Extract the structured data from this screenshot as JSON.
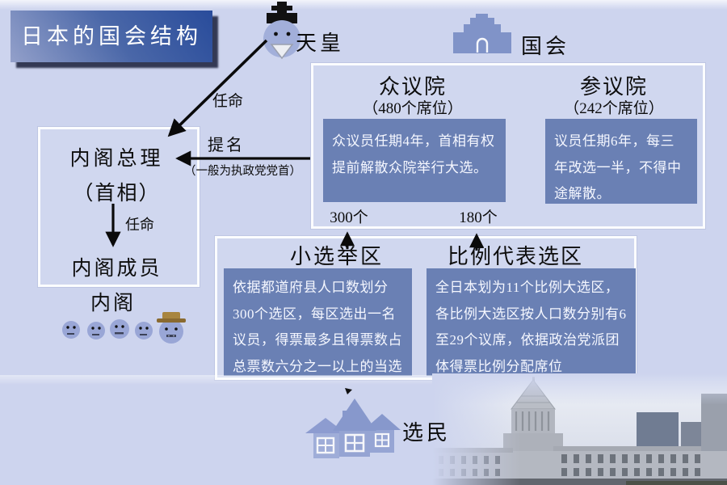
{
  "title": "日本的国会结构",
  "nodes": {
    "emperor": "天皇",
    "diet": "国会",
    "voters": "选民",
    "cabinet_label": "内阁"
  },
  "houses": {
    "lower": {
      "name": "众议院",
      "seats": "（480个席位）",
      "desc": "众议员任期4年，首相有权提前解散众院举行大选。",
      "count": "300个"
    },
    "upper": {
      "name": "参议院",
      "seats": "（242个席位）",
      "desc": "议员任期6年，每三年改选一半，不得中途解散。",
      "count": "180个"
    }
  },
  "cabinet": {
    "pm": "内阁总理",
    "pm_sub": "（首相）",
    "appoint": "任命",
    "members": "内阁成员"
  },
  "arrows": {
    "appoint": "任命",
    "nominate": "提名",
    "nominate_sub": "（一般为执政党党首）"
  },
  "districts": {
    "small": {
      "name": "小选举区",
      "desc": "依据都道府县人口数划分300个选区，每区选出一名议员，得票最多且得票数占总票数六分之一以上的当选"
    },
    "proportional": {
      "name": "比例代表选区",
      "desc": "全日本划为11个比例大选区，各比例大选区按人口数分别有6至29个议席，依据政治党派团体得票比例分配席位"
    }
  },
  "colors": {
    "background": "#cdd4ee",
    "panel_border": "#ffffff",
    "desc_box": "#6a80b4",
    "desc_text": "#f5f7ff",
    "title_gradient_start": "#93a0ca",
    "title_gradient_end": "#294c9b",
    "icon_blue": "#8093c8",
    "face_blue": "#99a6d6",
    "text": "#0d0d0d"
  }
}
